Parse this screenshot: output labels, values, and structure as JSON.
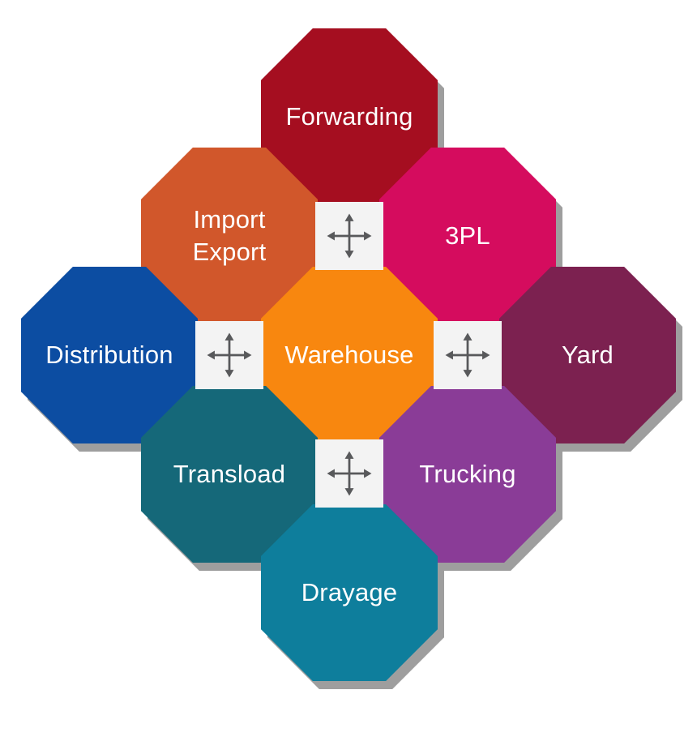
{
  "diagram": {
    "background": "#ffffff",
    "label_color": "#ffffff",
    "shadow_color": "#9e9e9e",
    "connector": {
      "background": "#f3f3f3",
      "arrow_color": "#58595b",
      "icon": "four-way-move-arrows-icon"
    },
    "nodes": [
      {
        "id": "forwarding",
        "label": "Forwarding",
        "color": "#a50e20"
      },
      {
        "id": "import-export",
        "label": "Import Export",
        "color": "#d1572b"
      },
      {
        "id": "3pl",
        "label": "3PL",
        "color": "#d50c5e"
      },
      {
        "id": "distribution",
        "label": "Distribution",
        "color": "#0c4da2"
      },
      {
        "id": "warehouse",
        "label": "Warehouse",
        "color": "#f8870f"
      },
      {
        "id": "yard",
        "label": "Yard",
        "color": "#7c2150"
      },
      {
        "id": "transload",
        "label": "Transload",
        "color": "#156879"
      },
      {
        "id": "trucking",
        "label": "Trucking",
        "color": "#8a3c97"
      },
      {
        "id": "drayage",
        "label": "Drayage",
        "color": "#0e7e9c"
      }
    ],
    "connectors": [
      {
        "id": "forwarding-warehouse"
      },
      {
        "id": "distribution-warehouse"
      },
      {
        "id": "warehouse-yard"
      },
      {
        "id": "warehouse-drayage"
      }
    ]
  }
}
